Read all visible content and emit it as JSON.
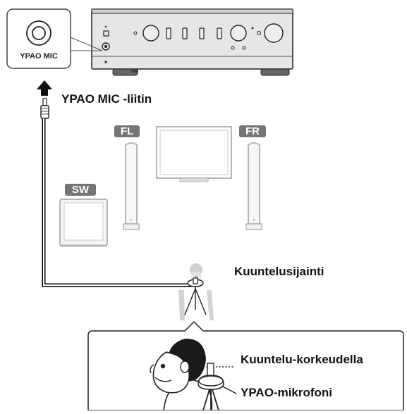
{
  "jack_panel_label": "YPAO MIC",
  "jack_caption": "YPAO MIC -liitin",
  "speaker_tags": {
    "front_left": "FL",
    "front_right": "FR",
    "subwoofer": "SW"
  },
  "listening_position_label": "Kuuntelusijainti",
  "ear_height_label": "Kuuntelu-korkeudella",
  "mic_label": "YPAO-mikrofoni",
  "colors": {
    "line": "#000000",
    "device_grey": "#d8d8d8",
    "speaker_grey": "#b5b5b5",
    "tag_grey": "#757575"
  }
}
